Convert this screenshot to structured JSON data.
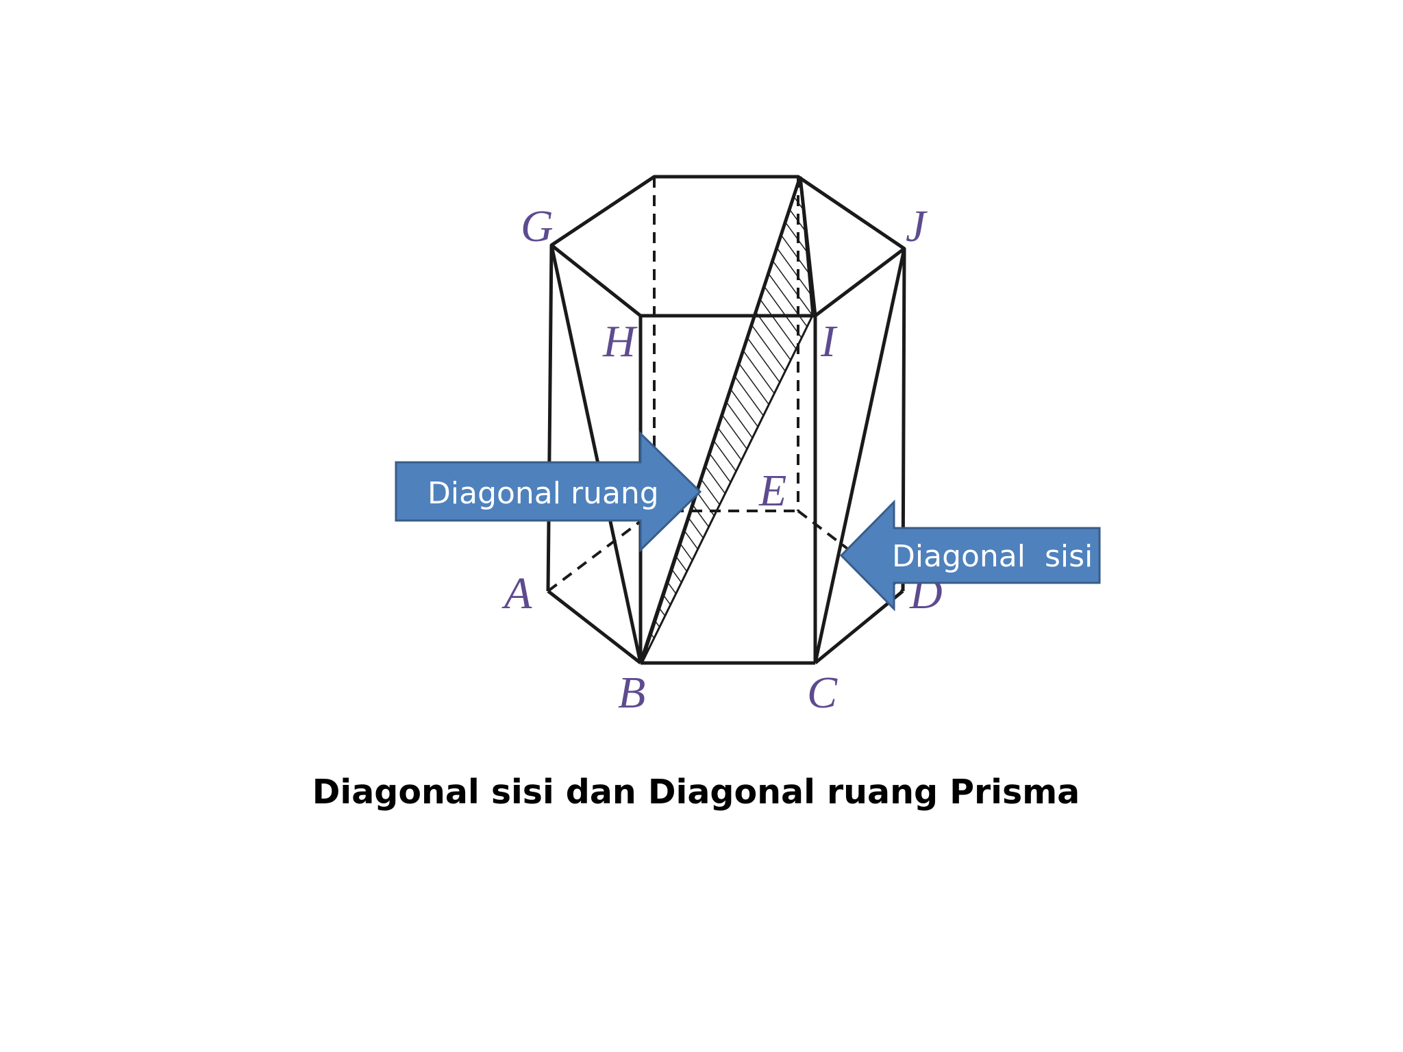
{
  "vertices": {
    "A": "A",
    "B": "B",
    "C": "C",
    "D": "D",
    "E": "E",
    "G": "G",
    "H": "H",
    "I": "I",
    "J": "J"
  },
  "callouts": {
    "space_diagonal": "Diagonal ruang",
    "face_diagonal": "Diagonal  sisi"
  },
  "caption": "Diagonal sisi dan Diagonal ruang Prisma",
  "colors": {
    "arrow_fill": "#4f81bd",
    "arrow_stroke": "#385d8a",
    "edge": "#1a1a1a",
    "vertex_label": "#5e4b8f"
  }
}
